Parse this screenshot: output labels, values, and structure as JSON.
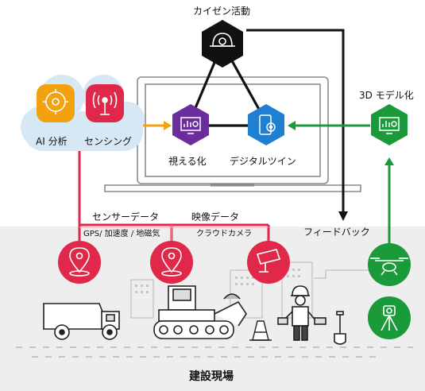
{
  "labels": {
    "kaizen": "カイゼン活動",
    "ai": "AI 分析",
    "sensing": "センシング",
    "visualize": "視える化",
    "digital_twin": "デジタルツイン",
    "model3d": "3D モデル化",
    "sensor_data": "センサーデータ",
    "video_data": "映像データ",
    "sensor_sub": "GPS/ 加速度 / 地磁気",
    "video_sub": "クラウドカメラ",
    "feedback": "フィードバック",
    "site": "建設現場"
  },
  "colors": {
    "black": "#111111",
    "purple": "#6b2d9b",
    "blue": "#1f7fd1",
    "green": "#1a9a3a",
    "red": "#e0284a",
    "orange": "#f2a20f",
    "cloud": "#d6e8f6",
    "laptop": "#8a8a8a",
    "ground": "#eeeeee"
  },
  "icons": {
    "kaizen": "gear-helmet-icon",
    "ai": "brain-gear-icon",
    "sensing": "antenna-icon",
    "visualize": "monitor-chart-icon",
    "digital_twin": "phone-gear-icon",
    "model3d": "monitor-chart-icon",
    "gps": "location-pin-icon",
    "accel": "location-pin-icon",
    "camera": "security-camera-icon",
    "drone": "drone-icon",
    "survey": "surveying-instrument-icon"
  }
}
